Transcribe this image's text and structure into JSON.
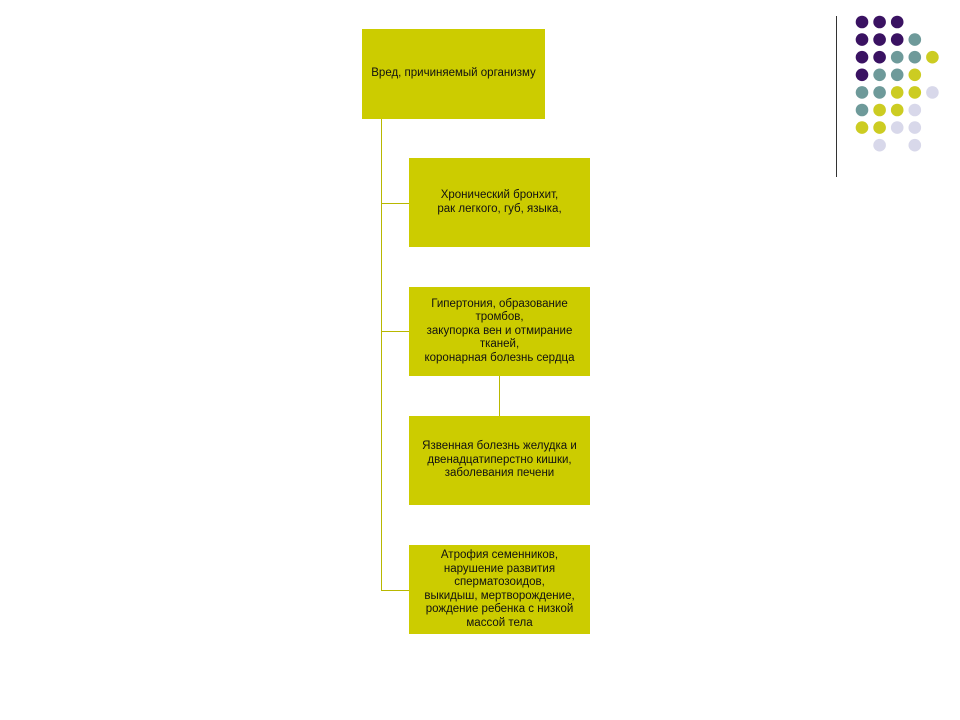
{
  "colors": {
    "box_fill": "#cccc00",
    "connector": "#b8b800",
    "dark_purple": "#3a1262",
    "teal": "#6e9a9a",
    "olive": "#cccc22",
    "lavender": "#d8d8ea"
  },
  "diagram": {
    "root": {
      "label": "Вред, причиняемый организму"
    },
    "children": [
      {
        "label": "Хронический бронхит,\n рак легкого, губ, языка,"
      },
      {
        "label": "Гипертония, образование тромбов,\nзакупорка вен  и отмирание тканей,\nкоронарная болезнь сердца"
      },
      {
        "label": "Язвенная болезнь желудка и двенадцатиперстно кишки,\nзаболевания печени"
      },
      {
        "label": "Атрофия семенников,\nнарушение развития сперматозоидов,\nвыкидыш,  мертворождение,\nрождение ребенка с низкой массой тела"
      }
    ]
  },
  "decoration": {
    "dot_rows": [
      [
        "dark_purple",
        "dark_purple",
        "dark_purple",
        "",
        "",
        ""
      ],
      [
        "dark_purple",
        "dark_purple",
        "dark_purple",
        "teal",
        "",
        ""
      ],
      [
        "dark_purple",
        "dark_purple",
        "teal",
        "teal",
        "olive",
        ""
      ],
      [
        "dark_purple",
        "teal",
        "teal",
        "olive",
        "",
        ""
      ],
      [
        "teal",
        "teal",
        "olive",
        "olive",
        "lavender",
        ""
      ],
      [
        "teal",
        "olive",
        "olive",
        "lavender",
        "",
        ""
      ],
      [
        "olive",
        "olive",
        "lavender",
        "lavender",
        "",
        ""
      ],
      [
        "",
        "lavender",
        "",
        "lavender",
        "",
        ""
      ]
    ]
  }
}
